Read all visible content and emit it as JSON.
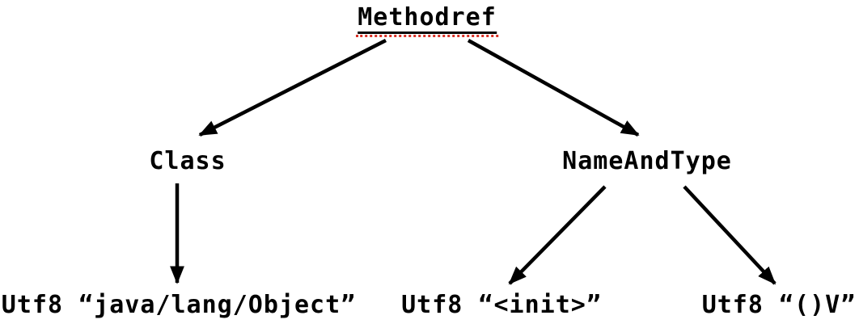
{
  "diagram": {
    "description": "Tree of Java class-file constant pool entries",
    "nodes": {
      "methodref": "Methodref",
      "class": "Class",
      "name_and_type": "NameAndType",
      "utf8_object": "Utf8 “java/lang/Object”",
      "utf8_init": "Utf8 “<init>”",
      "utf8_v": "Utf8 “()V”"
    },
    "edges": [
      {
        "from": "methodref",
        "to": "class"
      },
      {
        "from": "methodref",
        "to": "name_and_type"
      },
      {
        "from": "class",
        "to": "utf8_object"
      },
      {
        "from": "name_and_type",
        "to": "utf8_init"
      },
      {
        "from": "name_and_type",
        "to": "utf8_v"
      }
    ],
    "colors": {
      "text": "#000000",
      "arrow": "#000000",
      "underline": "#000000",
      "spellcheck_red": "#d93025",
      "background": "#ffffff"
    }
  }
}
